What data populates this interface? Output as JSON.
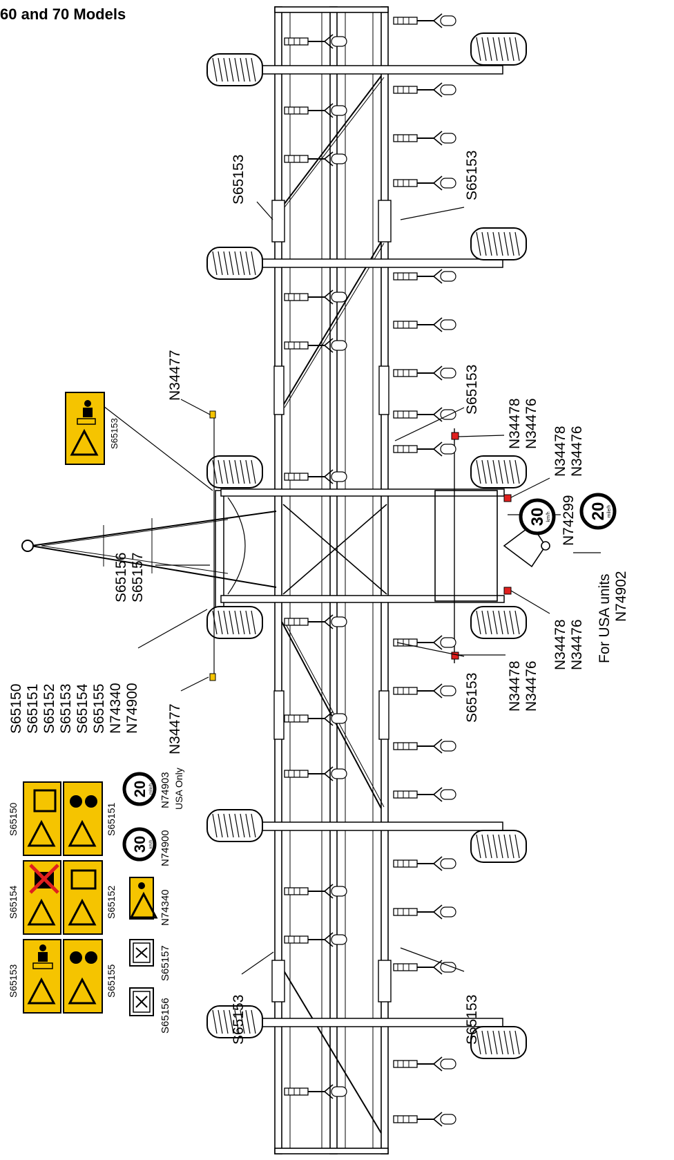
{
  "title": "60 and 70 Models",
  "colors": {
    "decal_yellow": "#F5C400",
    "marker_red": "#E0201E",
    "line": "#000000"
  },
  "callouts": {
    "s65153_top_left": "S65153",
    "s65153_top_right": "S65153",
    "n34477_top": "N34477",
    "s65153_mid_right": "S65153",
    "n34478_a": "N34478",
    "n34476_a": "N34476",
    "n34478_b": "N34478",
    "n34476_b": "N34476",
    "n74299": "N74299",
    "for_usa_units": "For USA units",
    "n74902": "N74902",
    "s65156": "S65156",
    "s65157": "S65157",
    "n34478_c": "N34478",
    "n34476_c": "N34476",
    "n34478_d": "N34478",
    "n34476_d": "N34476",
    "s65153_low_right": "S65153",
    "n34477_bottom": "N34477",
    "s65153_bottom_left": "S65153",
    "s65153_bottom_right": "S65153"
  },
  "hitch_list": [
    "S65150",
    "S65151",
    "S65152",
    "S65153",
    "S65154",
    "S65155",
    "N74340",
    "N74900"
  ],
  "decals": {
    "s65153_inset": "S65153",
    "s65150": "S65150",
    "s65151": "S65151",
    "s65154": "S65154",
    "s65152": "S65152",
    "s65153": "S65153",
    "s65155": "S65155",
    "n74903": "N74903",
    "usa_only": "USA Only",
    "n74900": "N74900",
    "n74340": "N74340",
    "s65157": "S65157",
    "s65156": "S65156"
  },
  "speed_signs": {
    "big_30": "30",
    "big_30_unit": "km/h",
    "big_20": "20",
    "big_20_unit": "mile/h",
    "small_20": "20",
    "small_20_unit": "mile/h",
    "small_30": "30",
    "small_30_unit": "km/h"
  }
}
